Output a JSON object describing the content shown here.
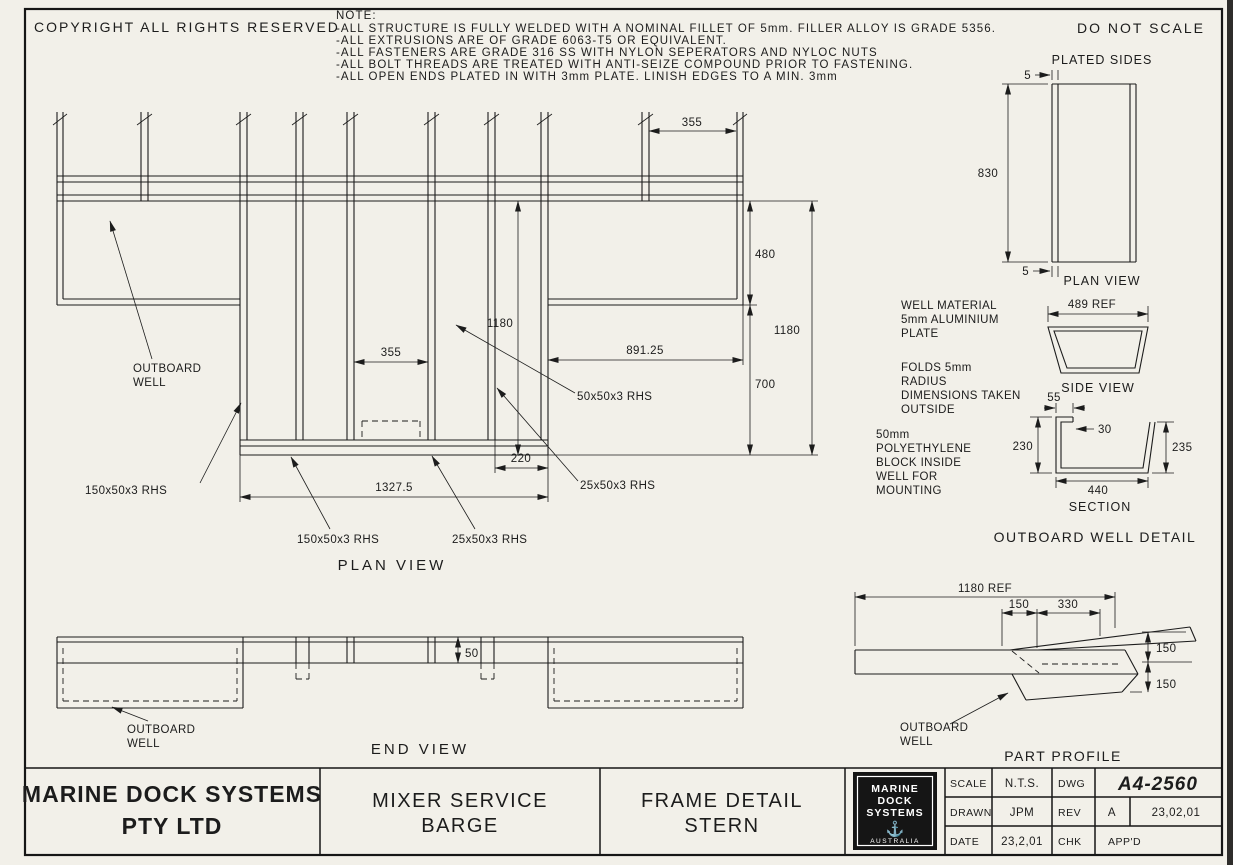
{
  "drawing": {
    "copyright": "COPYRIGHT ALL RIGHTS RESERVED",
    "do_not_scale": "DO NOT SCALE"
  },
  "notes": {
    "title": "NOTE:",
    "lines": [
      "-ALL STRUCTURE IS FULLY WELDED WITH A NOMINAL FILLET OF 5mm. FILLER ALLOY IS GRADE 5356.",
      "-ALL EXTRUSIONS ARE OF GRADE 6063-T5 OR EQUIVALENT.",
      "-ALL FASTENERS ARE GRADE 316 SS WITH NYLON SEPERATORS AND NYLOC NUTS",
      "-ALL BOLT THREADS ARE TREATED WITH ANTI-SEIZE COMPOUND PRIOR TO FASTENING.",
      "-ALL OPEN ENDS PLATED IN WITH 3mm PLATE. LINISH EDGES TO A MIN. 3mm"
    ]
  },
  "plated_sides": {
    "title": "PLATED SIDES",
    "caption": "PLAN VIEW",
    "dim_top": "5",
    "dim_bottom": "5",
    "dim_height": "830"
  },
  "plan_view": {
    "caption": "PLAN VIEW",
    "dim_top_355": "355",
    "dim_480": "480",
    "dim_700": "700",
    "dim_right_1180": "1180",
    "dim_mid_1180": "1180",
    "dim_891": "891.25",
    "dim_mid_355": "355",
    "dim_220": "220",
    "dim_1327": "1327.5",
    "label_outboard_1": "OUTBOARD",
    "label_outboard_2": "WELL",
    "label_rhs_150_left": "150x50x3 RHS",
    "label_rhs_150_bot": "150x50x3 RHS",
    "label_rhs_25_bot": "25x50x3 RHS",
    "label_rhs_50": "50x50x3 RHS",
    "label_rhs_25_right": "25x50x3 RHS"
  },
  "well_detail": {
    "title": "OUTBOARD WELL DETAIL",
    "note_material": [
      "WELL MATERIAL",
      "5mm ALUMINIUM",
      "PLATE"
    ],
    "note_folds": [
      "FOLDS 5mm",
      "RADIUS",
      "DIMENSIONS TAKEN",
      "OUTSIDE"
    ],
    "note_block": [
      "50mm",
      "POLYETHYLENE",
      "BLOCK INSIDE",
      "WELL FOR",
      "MOUNTING"
    ],
    "dim_489": "489 REF",
    "side_view_caption": "SIDE VIEW",
    "dim_55": "55",
    "dim_30": "30",
    "dim_230": "230",
    "dim_235": "235",
    "dim_440": "440",
    "section_caption": "SECTION"
  },
  "end_view": {
    "caption": "END VIEW",
    "dim_50": "50",
    "label_outboard_1": "OUTBOARD",
    "label_outboard_2": "WELL"
  },
  "part_profile": {
    "caption": "PART PROFILE",
    "dim_1180_ref": "1180 REF",
    "dim_150_a": "150",
    "dim_330": "330",
    "dim_150_b": "150",
    "dim_150_c": "150",
    "label_outboard_1": "OUTBOARD",
    "label_outboard_2": "WELL"
  },
  "title_block": {
    "company_line1": "MARINE DOCK SYSTEMS",
    "company_line2": "PTY LTD",
    "project_line1": "MIXER SERVICE",
    "project_line2": "BARGE",
    "sheet_line1": "FRAME DETAIL",
    "sheet_line2": "STERN",
    "logo": {
      "line1": "MARINE",
      "line2": "DOCK",
      "line3": "SYSTEMS",
      "line4": "AUSTRALIA",
      "anchor_icon": "⚓"
    },
    "scale_label": "SCALE",
    "scale_value": "N.T.S.",
    "drawn_label": "DRAWN",
    "drawn_value": "JPM",
    "date_label": "DATE",
    "date_value": "23,2,01",
    "dwg_label": "DWG",
    "dwg_value": "A4-2560",
    "rev_label": "REV",
    "rev_value": "A",
    "rev_date": "23,02,01",
    "chk_label": "CHK",
    "appd_label": "APP'D"
  },
  "colors": {
    "paper": "#f2f0e9",
    "ink": "#1c1c1c"
  }
}
